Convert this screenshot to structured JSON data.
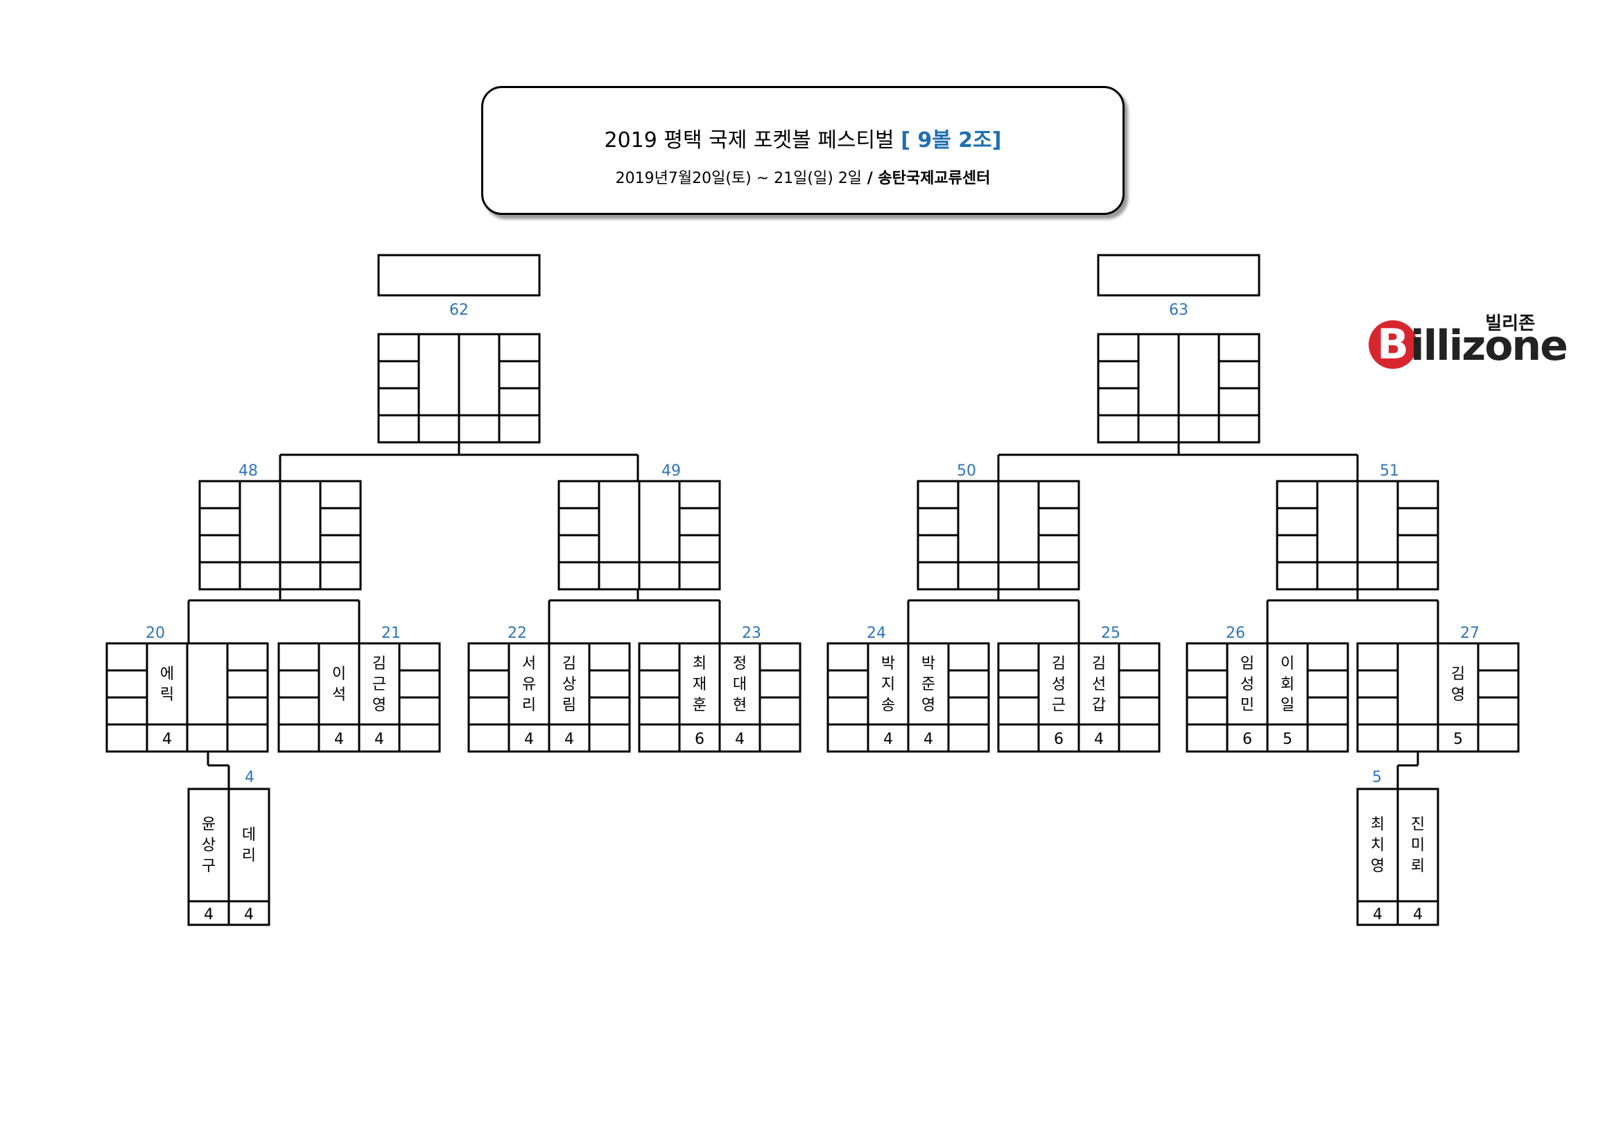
{
  "header": {
    "title_main": "2019 평택 국제 포켓볼 페스티벌",
    "title_accent": "[ 9볼 2조]",
    "subtitle_date": "2019년7월20일(토) ~ 21일(일)  2일",
    "subtitle_sep": " / ",
    "subtitle_venue": "송탄국제교류센터"
  },
  "logo": {
    "korean": "빌리존",
    "wordmark": "illizone",
    "initial": "B"
  },
  "colors": {
    "match_number": "#2e75b6",
    "title_accent": "#1f6fb2",
    "logo_red": "#d8262f",
    "line": "#000000"
  },
  "bracket": {
    "final_slots": [
      "",
      ""
    ],
    "matches": [
      {
        "id": "62",
        "top": [],
        "bottom": []
      },
      {
        "id": "63",
        "top": [],
        "bottom": []
      },
      {
        "id": "48",
        "top": [],
        "bottom": []
      },
      {
        "id": "49",
        "top": [],
        "bottom": []
      },
      {
        "id": "50",
        "top": [],
        "bottom": []
      },
      {
        "id": "51",
        "top": [],
        "bottom": []
      },
      {
        "id": "20",
        "top": [
          "에릭",
          ""
        ],
        "bottom": [
          "4",
          ""
        ]
      },
      {
        "id": "21",
        "top": [
          "이석",
          "김근영"
        ],
        "bottom": [
          "4",
          "4"
        ]
      },
      {
        "id": "22",
        "top": [
          "서유리",
          "김상림"
        ],
        "bottom": [
          "4",
          "4"
        ]
      },
      {
        "id": "23",
        "top": [
          "최재훈",
          "정대현"
        ],
        "bottom": [
          "6",
          "4"
        ]
      },
      {
        "id": "24",
        "top": [
          "박지송",
          "박준영"
        ],
        "bottom": [
          "4",
          "4"
        ]
      },
      {
        "id": "25",
        "top": [
          "김성근",
          "김선갑"
        ],
        "bottom": [
          "6",
          "4"
        ]
      },
      {
        "id": "26",
        "top": [
          "임성민",
          "이회일"
        ],
        "bottom": [
          "6",
          "5"
        ]
      },
      {
        "id": "27",
        "top": [
          "",
          "김영"
        ],
        "bottom": [
          "",
          "5"
        ]
      },
      {
        "id": "4",
        "top": [
          "윤상구",
          "데리"
        ],
        "bottom": [
          "4",
          "4"
        ]
      },
      {
        "id": "5",
        "top": [
          "최치영",
          "진미뢰"
        ],
        "bottom": [
          "4",
          "4"
        ]
      }
    ]
  }
}
